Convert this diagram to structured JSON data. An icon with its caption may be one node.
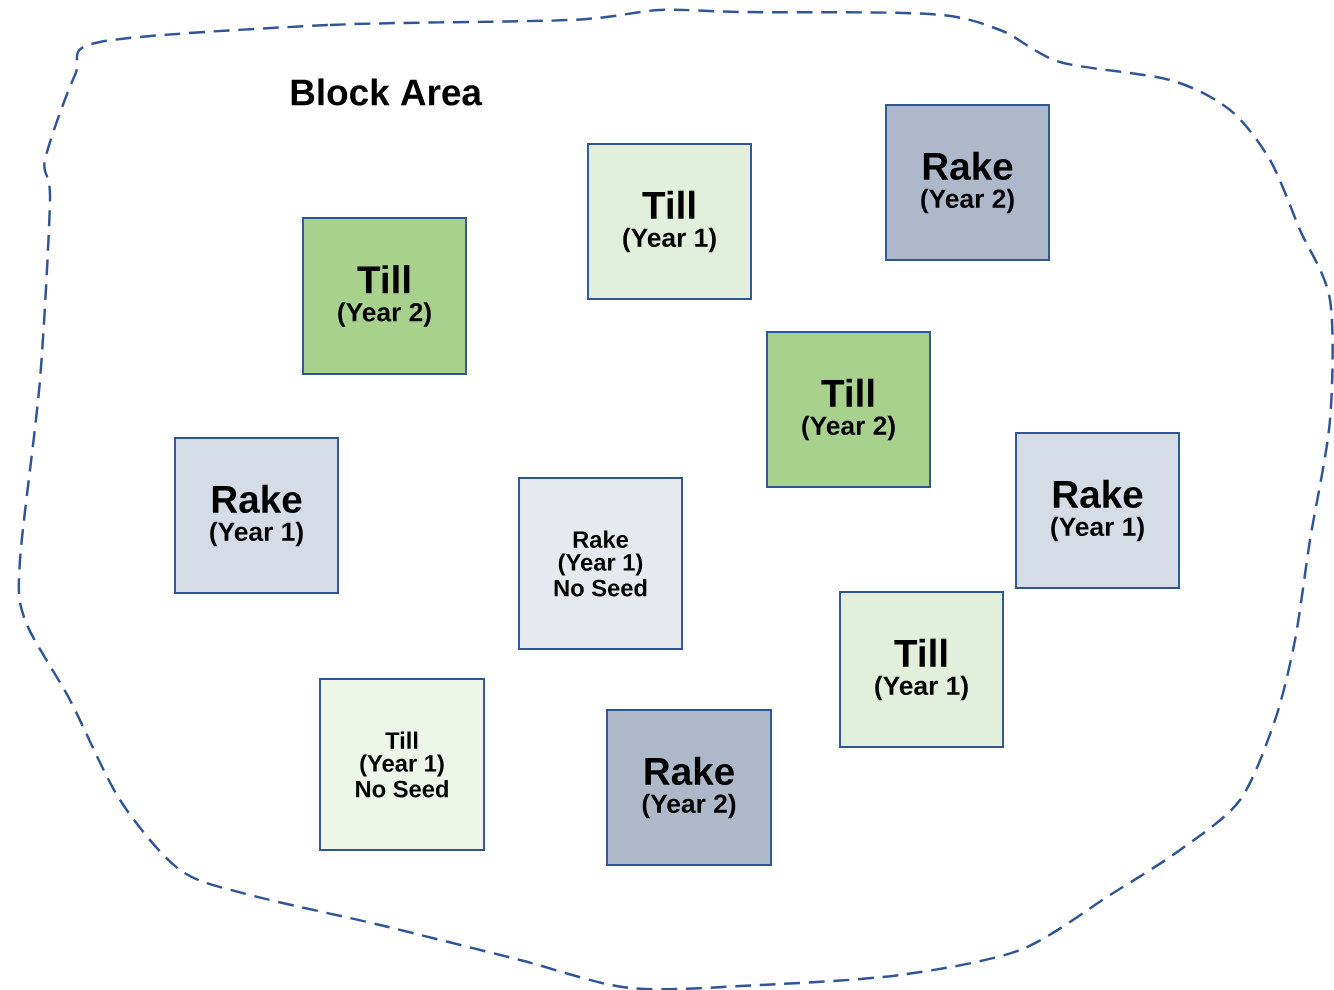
{
  "diagram": {
    "nodes": [
      {
        "text": [
          "Block Area"
        ]
      },
      {
        "text": [
          "Rake",
          "(Year 2)"
        ],
        "in": 0
      },
      {
        "text": [
          "Till",
          "(Year 1)"
        ],
        "in": 0
      },
      {
        "text": [
          "Till",
          "(Year 2)"
        ],
        "in": 0
      },
      {
        "text": [
          "Till",
          "(Year 2)"
        ],
        "in": 0
      },
      {
        "text": [
          "Rake",
          "(Year 1)"
        ],
        "in": 0
      },
      {
        "text": [
          "Rake",
          "(Year 1)"
        ],
        "in": 0
      },
      {
        "text": [
          "Rake",
          "(Year 1)",
          "No Seed"
        ],
        "in": 0
      },
      {
        "text": [
          "Till",
          "(Year 1)"
        ],
        "in": 0
      },
      {
        "text": [
          "Till",
          "(Year 1)",
          "No Seed"
        ],
        "in": 0
      },
      {
        "text": [
          "Rake",
          "(Year 2)"
        ],
        "in": 0
      }
    ]
  }
}
